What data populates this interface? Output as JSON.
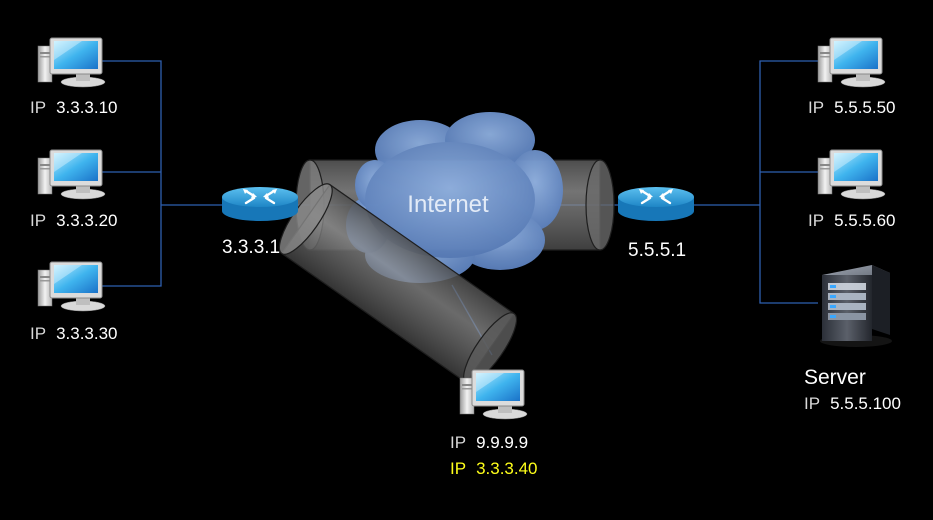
{
  "colors": {
    "background": "#000000",
    "link_line": "#2e5fb0",
    "highlight": "#ffff1a",
    "cloud": "#6f94cf",
    "router": "#1b86c4"
  },
  "left_hosts": [
    {
      "ip_label": "IP",
      "ip": "3.3.3.10"
    },
    {
      "ip_label": "IP",
      "ip": "3.3.3.20"
    },
    {
      "ip_label": "IP",
      "ip": "3.3.3.30"
    }
  ],
  "right_hosts": [
    {
      "ip_label": "IP",
      "ip": "5.5.5.50"
    },
    {
      "ip_label": "IP",
      "ip": "5.5.5.60"
    }
  ],
  "left_router": {
    "label": "3.3.3.1",
    "icon": "router-icon"
  },
  "right_router": {
    "label": "5.5.5.1",
    "icon": "router-icon"
  },
  "internet": {
    "label": "Internet",
    "icon": "cloud-icon"
  },
  "server": {
    "title": "Server",
    "ip_label": "IP",
    "ip": "5.5.5.100",
    "icon": "server-icon"
  },
  "remote_host": {
    "icon": "desktop-computer-icon",
    "ip_label": "IP",
    "ip": "9.9.9.9",
    "tunnel_ip_label": "IP",
    "tunnel_ip": "3.3.3.40"
  }
}
